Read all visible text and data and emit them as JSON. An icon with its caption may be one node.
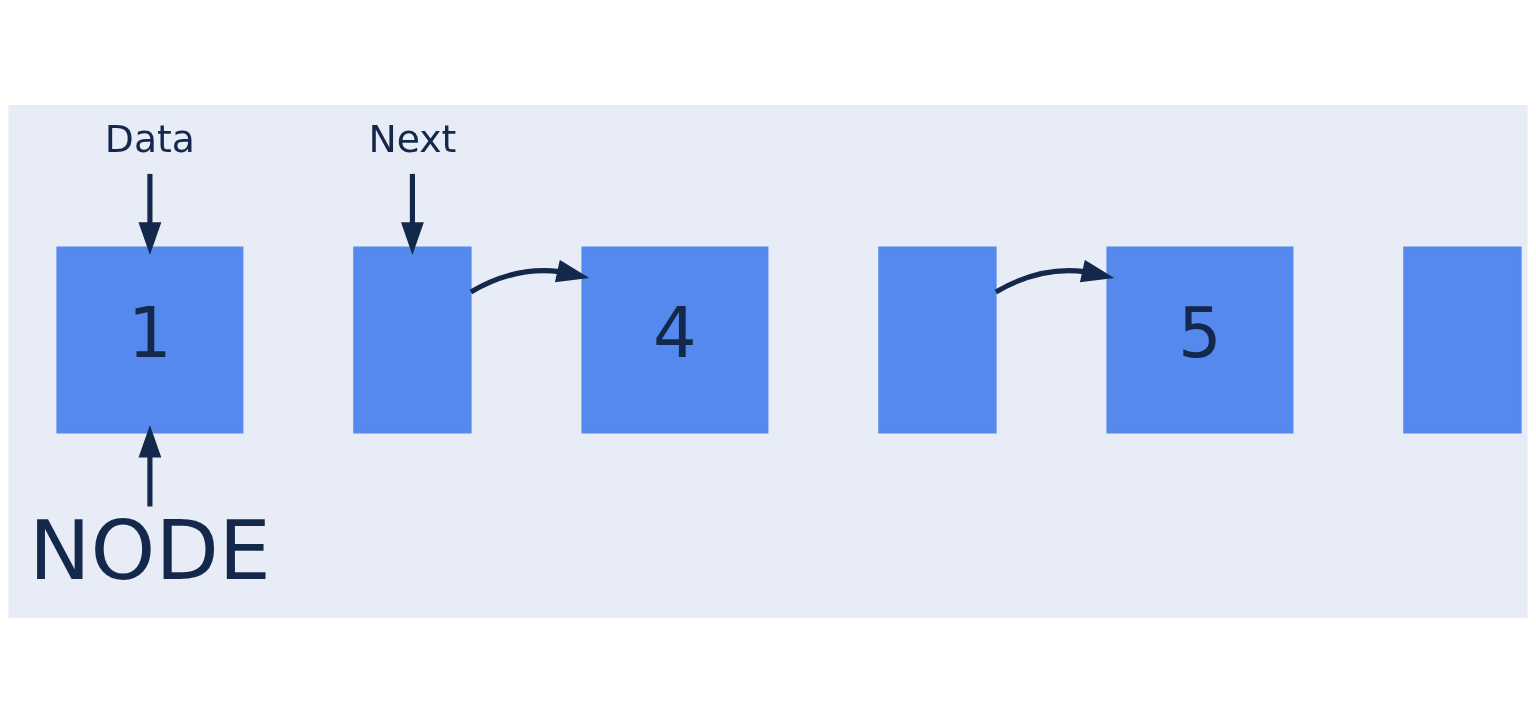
{
  "diagram": {
    "nodes": [
      {
        "text": [
          "Data"
        ]
      },
      {
        "text": [
          "Next"
        ]
      },
      {
        "text": [
          "1"
        ]
      },
      {
        "text": [],
        "shape": "box"
      },
      {
        "text": [
          "4"
        ]
      },
      {
        "text": [],
        "shape": "box"
      },
      {
        "text": [
          "5"
        ]
      },
      {
        "text": [],
        "shape": "box"
      },
      {
        "text": [
          "NODE"
        ]
      }
    ],
    "edges": [
      {
        "from": 0,
        "to": 2,
        "arrow": "to"
      },
      {
        "from": 1,
        "to": 3,
        "arrow": "to"
      },
      {
        "from": 3,
        "to": 4,
        "arrow": "to"
      },
      {
        "from": 5,
        "to": 6,
        "arrow": "to"
      },
      {
        "from": 8,
        "to": 2,
        "arrow": "to"
      }
    ]
  }
}
